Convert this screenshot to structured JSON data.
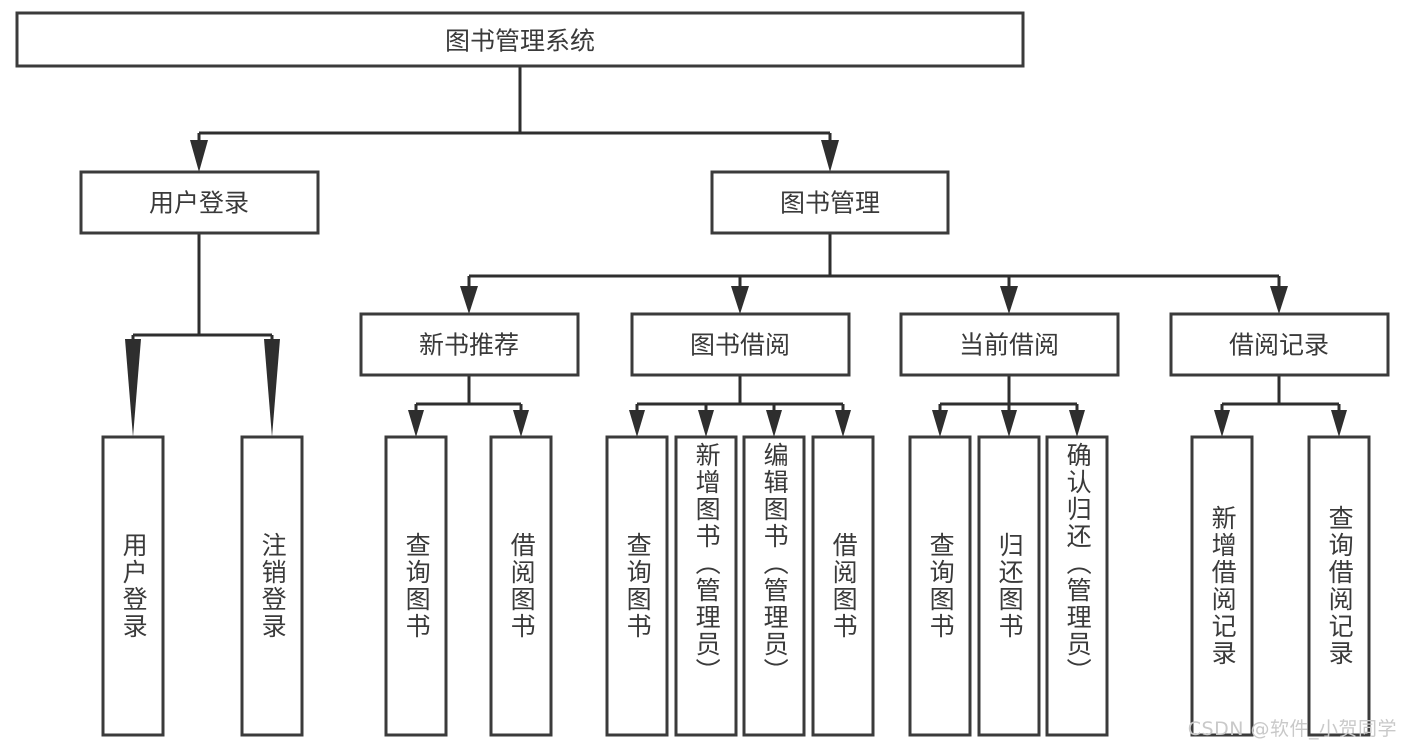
{
  "diagram": {
    "title": "图书管理系统",
    "type": "tree",
    "orientation": "top-down",
    "colors": {
      "background": "#ffffff",
      "box_fill": "#ffffff",
      "box_stroke": "#3b3b3b",
      "connector": "#2e2e2e",
      "text": "#3a3a3a",
      "watermark": "#c9c9c9"
    },
    "watermark": "CSDN @软件_小贺同学"
  },
  "nodes": {
    "root": {
      "label": "图书管理系统"
    },
    "level1": [
      {
        "label": "用户登录"
      },
      {
        "label": "图书管理"
      }
    ],
    "level2": [
      {
        "label": "新书推荐"
      },
      {
        "label": "图书借阅"
      },
      {
        "label": "当前借阅"
      },
      {
        "label": "借阅记录"
      }
    ],
    "leaves": {
      "user_login": [
        {
          "label": "用户登录"
        },
        {
          "label": "注销登录"
        }
      ],
      "new_book_recommend": [
        {
          "label": "查询图书"
        },
        {
          "label": "借阅图书"
        }
      ],
      "book_borrow": [
        {
          "label": "查询图书"
        },
        {
          "label": "新增图书（管理员）"
        },
        {
          "label": "编辑图书（管理员）"
        },
        {
          "label": "借阅图书"
        }
      ],
      "current_borrow": [
        {
          "label": "查询图书"
        },
        {
          "label": "归还图书"
        },
        {
          "label": "确认归还（管理员）"
        }
      ],
      "borrow_record": [
        {
          "label": "新增借阅记录"
        },
        {
          "label": "查询借阅记录"
        }
      ]
    }
  }
}
